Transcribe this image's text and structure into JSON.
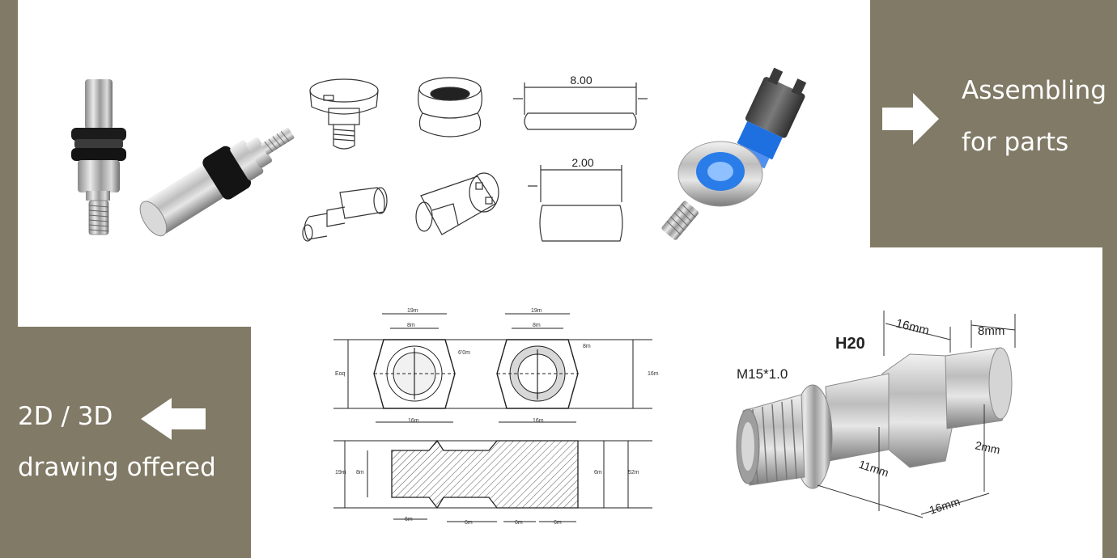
{
  "banner_right": {
    "line1": "Assembling",
    "line2": "for parts",
    "arrow_icon": "arrow-right-icon"
  },
  "banner_left": {
    "line1": "2D / 3D",
    "line2": "drawing offered",
    "arrow_icon": "arrow-left-icon"
  },
  "sketch_dims": {
    "pin_long": "8.00",
    "pin_short": "2.00"
  },
  "render_3d": {
    "title": "H20",
    "thread": "M15*1.0",
    "dim_16_top": "16mm",
    "dim_8": "8mm",
    "dim_11": "11mm",
    "dim_2": "2mm",
    "dim_16_bottom": "16mm"
  },
  "colors": {
    "panel": "#807a66",
    "accent_blue": "#1e6fe0",
    "caption_text": "#ffffff"
  }
}
